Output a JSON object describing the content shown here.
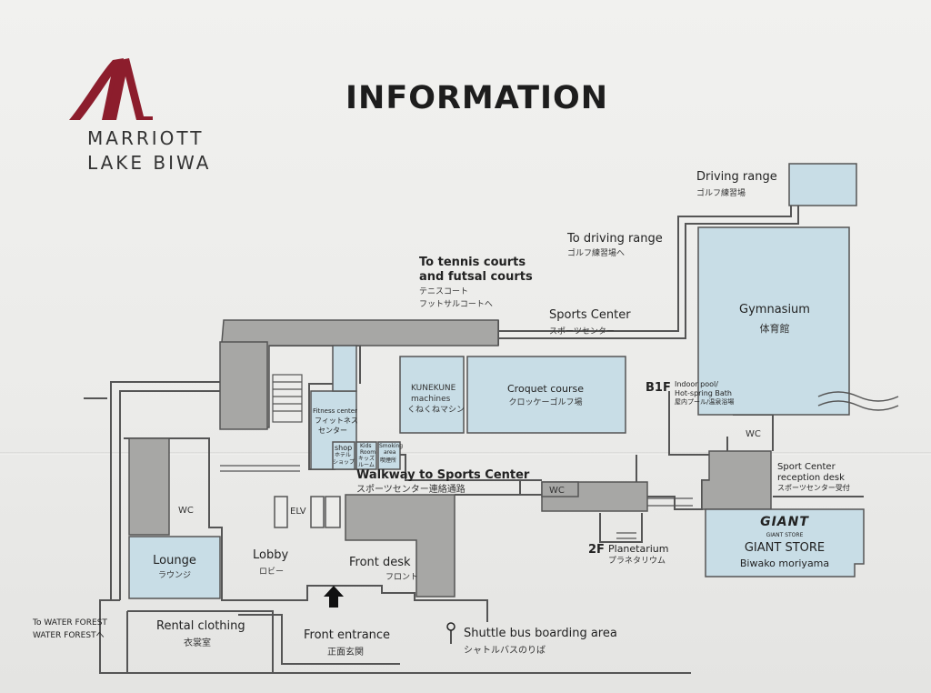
{
  "brand": {
    "line1": "MARRIOTT",
    "line2": "LAKE BIWA",
    "logo_color": "#8c1d2c"
  },
  "title": "INFORMATION",
  "colors": {
    "facility_fill": "#c8dde6",
    "building_fill": "#a7a7a5",
    "outline": "#555555",
    "text": "#222222"
  },
  "labels": {
    "driving_range_en": "Driving range",
    "driving_range_ja": "ゴルフ練習場",
    "to_driving_range_en": "To driving range",
    "to_driving_range_ja": "ゴルフ練習場へ",
    "tennis_en_1": "To tennis courts",
    "tennis_en_2": "and futsal courts",
    "tennis_ja_1": "テニスコート",
    "tennis_ja_2": "フットサルコートへ",
    "sports_center_en": "Sports Center",
    "sports_center_ja": "スポーツセンター",
    "gymnasium_en": "Gymnasium",
    "gymnasium_ja": "体育館",
    "kunekune_en_1": "KUNEKUNE",
    "kunekune_en_2": "machines",
    "kunekune_ja": "くねくねマシン",
    "croquet_en": "Croquet course",
    "croquet_ja": "クロッケーゴルフ場",
    "b1f": "B1F",
    "pool_en_1": "Indoor pool/",
    "pool_en_2": "Hot-spring Bath",
    "pool_ja": "屋内プール/温泉浴場",
    "wc": "WC",
    "fitness_en": "Fitness center",
    "fitness_ja_1": "フィットネス",
    "fitness_ja_2": "センター",
    "shop_en": "shop",
    "shop_ja_1": "ホテル",
    "shop_ja_2": "ショップ",
    "kids_en_1": "Kids",
    "kids_en_2": "Room",
    "kids_ja_1": "キッズ",
    "kids_ja_2": "ルーム",
    "smoking_en_1": "Smoking",
    "smoking_en_2": "area",
    "smoking_ja": "喫煙所",
    "walkway_en": "Walkway to Sports Center",
    "walkway_ja": "スポーツセンター連絡通路",
    "elv": "ELV",
    "sport_reception_en_1": "Sport Center",
    "sport_reception_en_2": "reception desk",
    "sport_reception_ja": "スポーツセンター受付",
    "giant_logo": "GIANT",
    "giant_store_small": "GIANT STORE",
    "giant_store_en": "GIANT STORE",
    "giant_store_sub": "Biwako moriyama",
    "planetarium_floor": "2F",
    "planetarium_en": "Planetarium",
    "planetarium_ja": "プラネタリウム",
    "lounge_en": "Lounge",
    "lounge_ja": "ラウンジ",
    "lobby_en": "Lobby",
    "lobby_ja": "ロビー",
    "front_desk_en": "Front desk",
    "front_desk_ja": "フロント",
    "front_entrance_en": "Front entrance",
    "front_entrance_ja": "正面玄関",
    "rental_en": "Rental clothing",
    "rental_ja": "衣裳室",
    "water_forest_1": "To WATER FOREST",
    "water_forest_2": "WATER FORESTへ",
    "shuttle_en": "Shuttle bus boarding area",
    "shuttle_ja": "シャトルバスのりば"
  }
}
